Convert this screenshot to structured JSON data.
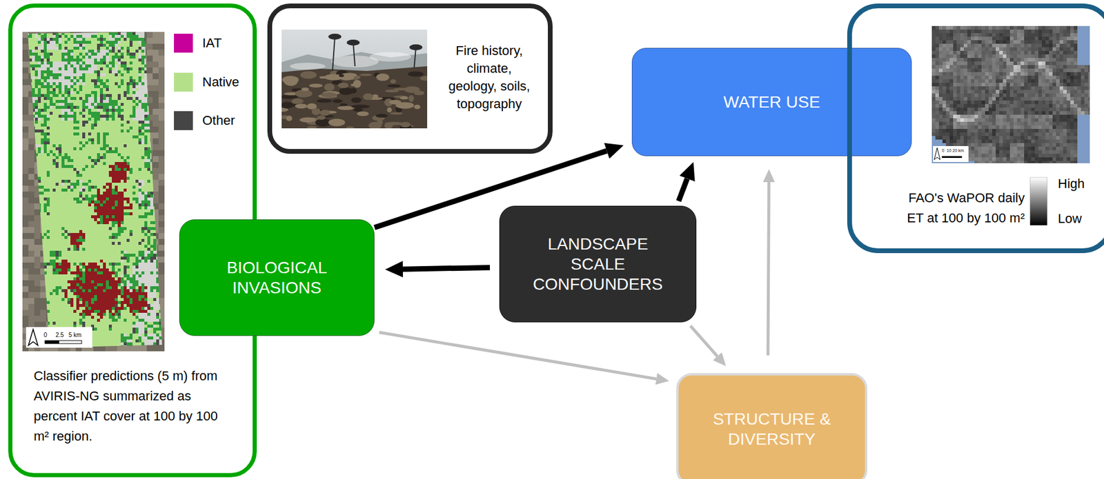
{
  "diagram": {
    "nodes": [
      {
        "text": [
          "Classifier predictions (5 m) from AVIRIS-NG summarized as percent IAT cover at 100 by 100 m² region."
        ]
      },
      {
        "text": [
          "Fire history, climate, geology, soils, topography"
        ]
      },
      {
        "text": [
          "WATER USE"
        ]
      },
      {
        "text": [
          "FAO's WaPOR daily ET at 100 by 100 m²"
        ]
      },
      {
        "text": [
          "BIOLOGICAL INVASIONS"
        ]
      },
      {
        "text": [
          "LANDSCAPE SCALE CONFOUNDERS"
        ]
      },
      {
        "text": [
          "STRUCTURE & DIVERSITY"
        ]
      }
    ],
    "edges": [
      {
        "from": 4,
        "to": 2,
        "arrow": "to"
      },
      {
        "from": 5,
        "to": 2,
        "arrow": "to"
      },
      {
        "from": 5,
        "to": 4,
        "arrow": "to"
      },
      {
        "from": 5,
        "to": 6,
        "arrow": "to"
      },
      {
        "from": 4,
        "to": 6,
        "arrow": "to"
      },
      {
        "from": 6,
        "to": 2,
        "arrow": "to"
      }
    ],
    "labels": [
      "0",
      "2.5",
      "5 km",
      "0",
      "10",
      "20 km",
      "High",
      "Low"
    ],
    "legend": [
      {
        "text": "IAT",
        "color": "#c8009b"
      },
      {
        "text": "Native",
        "color": "#b5e08a"
      },
      {
        "text": "Other",
        "color": "#454545"
      }
    ]
  }
}
